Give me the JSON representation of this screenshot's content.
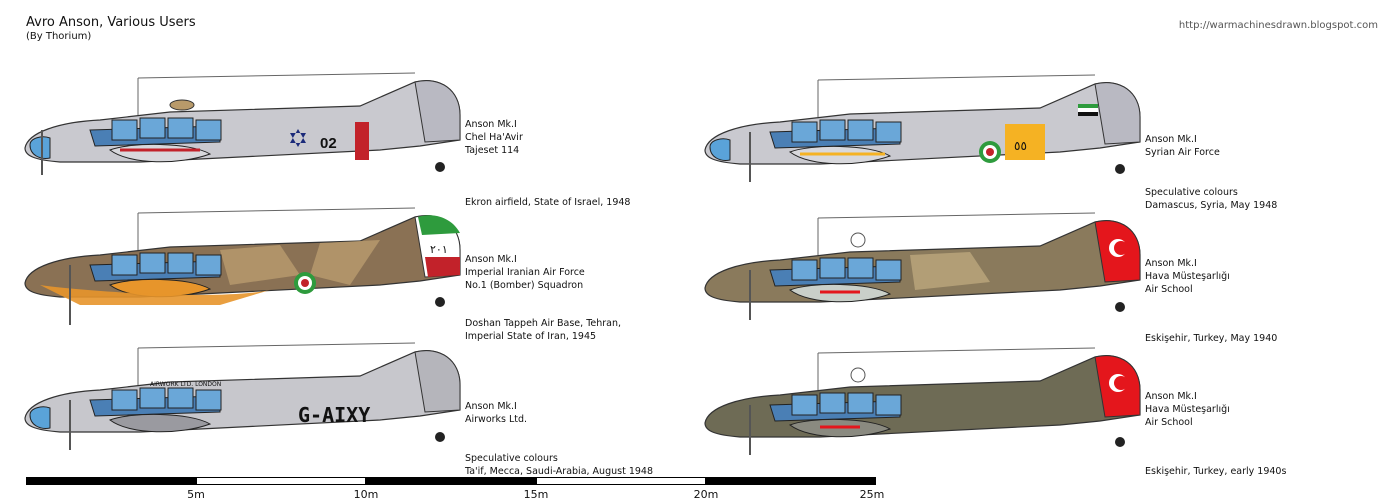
{
  "header": {
    "title": "Avro Anson, Various Users",
    "author": "(By Thorium)",
    "url": "http://warmachinesdrawn.blogspot.com"
  },
  "aircraft": [
    {
      "lines": [
        "Anson Mk.I",
        "Chel Ha'Avir",
        "Tajeset 114"
      ],
      "note": [
        "Ekron airfield, State of Israel, 1948"
      ],
      "tail_code": "02",
      "colors": {
        "upper": "#c9c9cf",
        "lower": "#b9b9c0",
        "accent": "#c2222a"
      }
    },
    {
      "lines": [
        "Anson Mk.I",
        "Imperial Iranian Air Force",
        "No.1 (Bomber) Squadron"
      ],
      "note": [
        "Doshan Tappeh Air Base, Tehran,",
        "Imperial State of Iran, 1945"
      ],
      "tail_code": "۲۰۱",
      "colors": {
        "upper": "#8a7154",
        "lower": "#e7952b",
        "accent": "#2e9b3d"
      }
    },
    {
      "lines": [
        "Anson Mk.I",
        "Airworks Ltd."
      ],
      "note": [
        "Speculative colours",
        "Ta'if, Mecca, Saudi-Arabia, August 1948"
      ],
      "registration": "G-AIXY",
      "cabin_text": "AIRWORK LTD. LONDON",
      "colors": {
        "upper": "#c7c7cc",
        "lower": "#b5b5bb",
        "accent": "#111111"
      }
    },
    {
      "lines": [
        "Anson Mk.I",
        "Syrian Air Force"
      ],
      "note": [
        "Speculative colours",
        "Damascus, Syria, May 1948"
      ],
      "tail_code": "٥٥",
      "colors": {
        "upper": "#c9c9cf",
        "lower": "#b9b9c0",
        "accent": "#f5b223"
      }
    },
    {
      "lines": [
        "Anson Mk.I",
        "Hava Müsteşarlığı",
        "Air School"
      ],
      "note": [
        "Eskişehir, Turkey, May 1940"
      ],
      "colors": {
        "upper": "#8a7a5c",
        "lower": "#c9cfc9",
        "accent": "#e4161c"
      }
    },
    {
      "lines": [
        "Anson Mk.I",
        "Hava Müsteşarlığı",
        "Air School"
      ],
      "note": [
        "Eskişehir, Turkey, early 1940s"
      ],
      "colors": {
        "upper": "#6e6b55",
        "lower": "#8a8a80",
        "accent": "#e4161c"
      }
    }
  ],
  "scale": {
    "ticks": [
      "5m",
      "10m",
      "15m",
      "20m",
      "25m"
    ]
  }
}
